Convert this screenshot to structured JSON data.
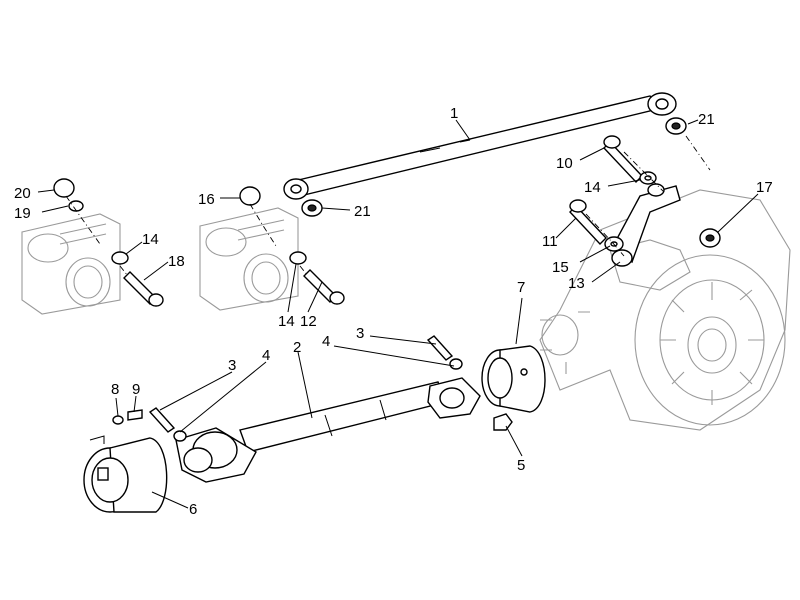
{
  "diagram": {
    "callouts": [
      "1",
      "2",
      "3",
      "3",
      "4",
      "4",
      "5",
      "6",
      "7",
      "8",
      "9",
      "10",
      "11",
      "12",
      "13",
      "14",
      "14",
      "14",
      "15",
      "16",
      "17",
      "18",
      "19",
      "20",
      "21",
      "21"
    ]
  }
}
